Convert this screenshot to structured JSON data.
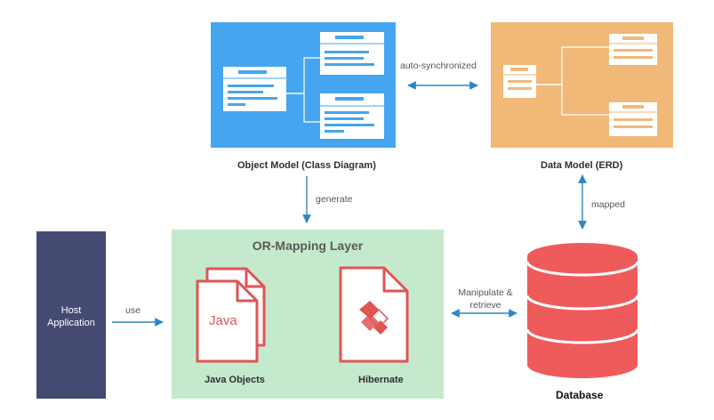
{
  "object_model": {
    "caption": "Object Model (Class Diagram)",
    "color": "#45a6ef"
  },
  "data_model": {
    "caption": "Data Model (ERD)",
    "color": "#f1b978"
  },
  "links": {
    "auto_synchronized": "auto-synchronized",
    "generate": "generate",
    "mapped": "mapped",
    "use": "use",
    "manipulate_line1": "Manipulate &",
    "manipulate_line2": "retrieve"
  },
  "host": {
    "line1": "Host",
    "line2": "Application",
    "color": "#454a72"
  },
  "orm_layer": {
    "title": "OR-Mapping Layer",
    "color": "#c5e9cc",
    "java_text": "Java",
    "java_caption": "Java Objects",
    "hibernate_caption": "Hibernate"
  },
  "database": {
    "caption": "Database",
    "color": "#ef5b5b"
  },
  "colors": {
    "arrow": "#2d86c4",
    "icon_red": "#e05454",
    "white": "#ffffff"
  }
}
